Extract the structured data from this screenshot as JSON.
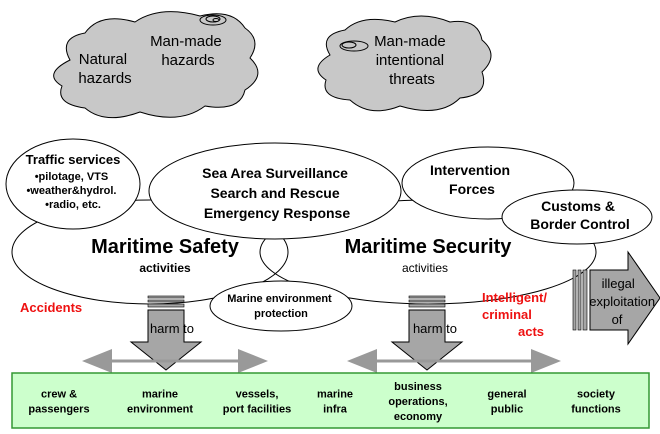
{
  "clouds": {
    "natural": [
      "Natural",
      "hazards"
    ],
    "manmade": [
      "Man-made",
      "hazards"
    ],
    "intentional": [
      "Man-made",
      "intentional",
      "threats"
    ]
  },
  "traffic_services": {
    "title": "Traffic services",
    "items": [
      "•pilotage, VTS",
      "•weather&hydrol.",
      "•radio, etc."
    ]
  },
  "surveillance": [
    "Sea Area Surveillance",
    "Search and Rescue",
    "Emergency Response"
  ],
  "intervention": [
    "Intervention",
    "Forces"
  ],
  "customs": [
    "Customs &",
    "Border Control"
  ],
  "safety": {
    "title": "Maritime Safety",
    "subtitle": "activities"
  },
  "security": {
    "title": "Maritime Security",
    "subtitle": "activities"
  },
  "marine_env": [
    "Marine environment",
    "protection"
  ],
  "accidents": "Accidents",
  "criminal": [
    "Intelligent/",
    "criminal",
    "acts"
  ],
  "harm_to": "harm to",
  "illegal": [
    "illegal",
    "exploitation",
    "of"
  ],
  "targets": [
    [
      "crew &",
      "passengers"
    ],
    [
      "marine",
      "environment"
    ],
    [
      "vessels,",
      "port facilities"
    ],
    [
      "marine",
      "infra"
    ],
    [
      "business",
      "operations,",
      "economy"
    ],
    [
      "general",
      "public"
    ],
    [
      "society",
      "functions"
    ]
  ],
  "colors": {
    "cloud": "#c8c8c8",
    "arrow": "#a6a6a6",
    "highlight": "#ee1111",
    "target_bar": "#ccffcc",
    "target_border": "#339933"
  }
}
